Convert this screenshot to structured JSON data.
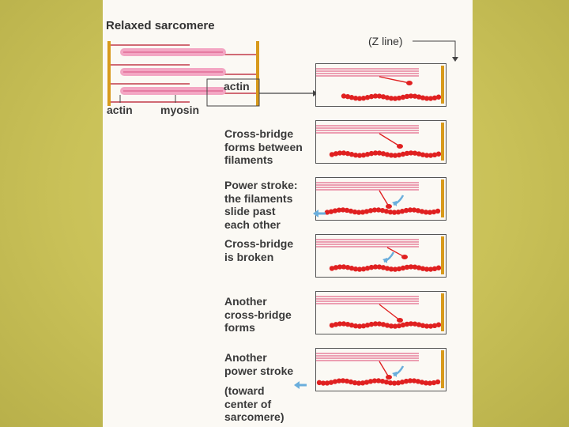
{
  "title": "Relaxed sarcomere",
  "labels": {
    "z_line": "(Z line)",
    "actin_box": "actin",
    "actin_bottom": "actin",
    "myosin_bottom": "myosin"
  },
  "steps": [
    {
      "text": "Cross-bridge\nforms between\nfilaments"
    },
    {
      "text": "Power stroke:\nthe filaments\nslide past\neach other"
    },
    {
      "text": "Cross-bridge\nis broken"
    },
    {
      "text": "Another\ncross-bridge\nforms"
    },
    {
      "text": "Another\npower stroke"
    },
    {
      "text": "(toward\ncenter of\nsarcomere)"
    }
  ],
  "colors": {
    "actin": "#e02020",
    "myosin": "#e26a8a",
    "myosin_band": "#f3a6c3",
    "z_line": "#d89a1c",
    "arrow_blue": "#6aaedc"
  }
}
